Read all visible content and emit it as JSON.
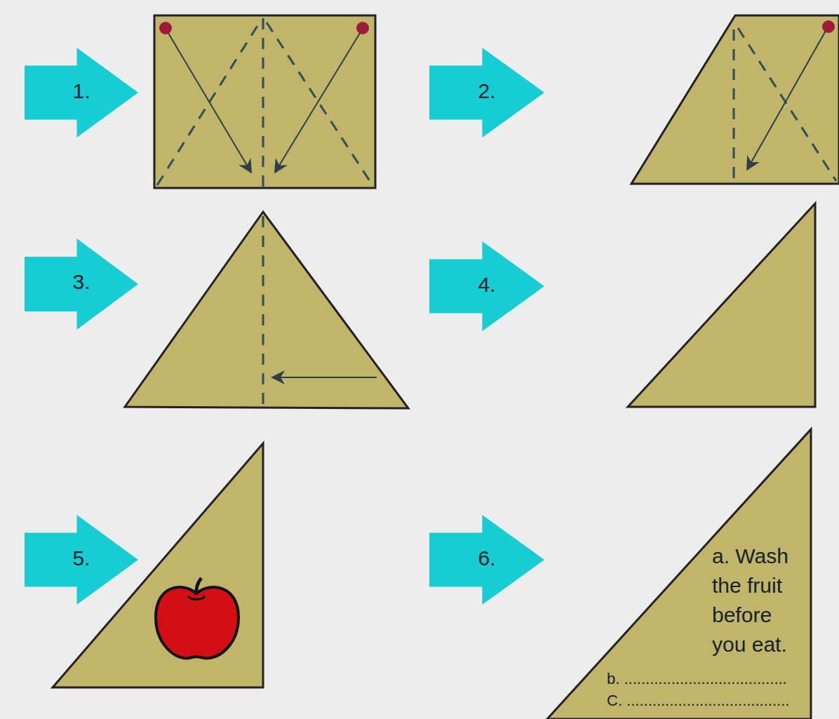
{
  "diagram": {
    "nodes": [
      {
        "text": [
          "1."
        ]
      },
      {
        "text": [
          "2."
        ]
      },
      {
        "text": [
          "3."
        ]
      },
      {
        "text": [
          "4."
        ]
      },
      {
        "text": [
          "5."
        ]
      },
      {
        "text": [
          "6."
        ]
      },
      {
        "text": [
          "a. Wash the fruit before you eat.",
          "b. ......................................",
          "C. ......................................"
        ]
      }
    ]
  }
}
